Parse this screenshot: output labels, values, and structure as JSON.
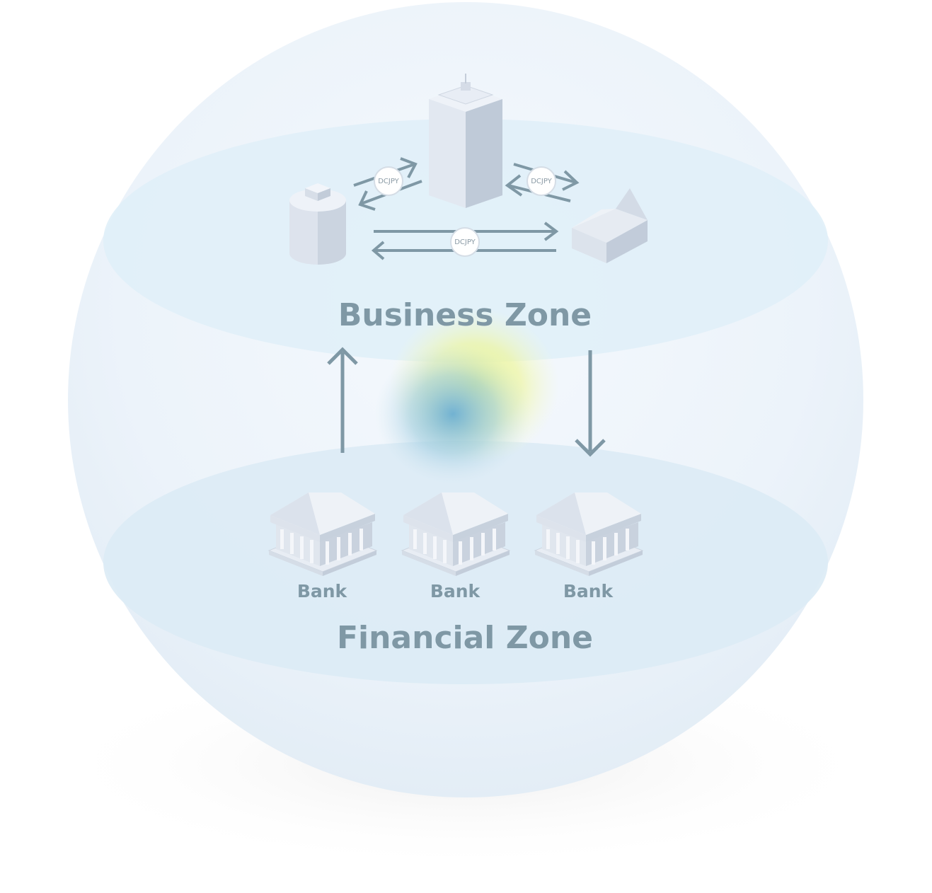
{
  "business_zone": {
    "title": "Business Zone",
    "badges": [
      "DCJPY",
      "DCJPY",
      "DCJPY"
    ]
  },
  "financial_zone": {
    "title": "Financial Zone",
    "banks": [
      "Bank",
      "Bank",
      "Bank"
    ]
  },
  "colors": {
    "sphere": "#eef5fb",
    "disc": "#e0eff8",
    "arrow": "#7f98a5",
    "text": "#7f98a5",
    "building": "#dde4ee",
    "glow_yellow": "#eef58a",
    "glow_blue": "#7ab6d3"
  }
}
